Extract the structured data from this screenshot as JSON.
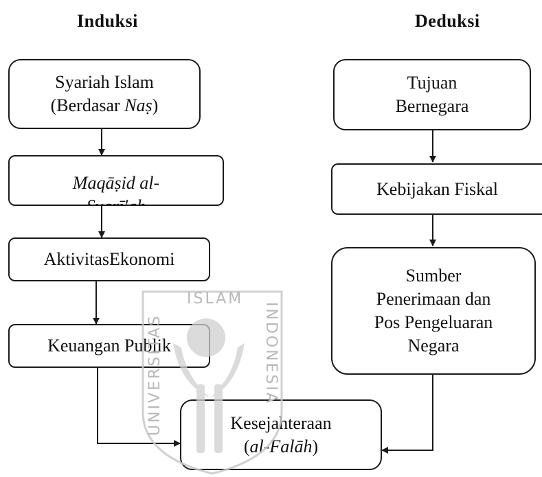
{
  "columns": {
    "left_heading": "Induksi",
    "right_heading": "Deduksi"
  },
  "induksi": {
    "syariah": {
      "line1": "Syariah Islam",
      "line2_prefix": "(Berdasar ",
      "line2_italic": "Naṣ",
      "line2_suffix": ")"
    },
    "maqasid": {
      "line1": "Maqāṣid al-",
      "line2": "Syarī'ah"
    },
    "aktivitas": {
      "label": "AktivitasEkonomi"
    },
    "keuangan": {
      "label": "Keuangan Publik"
    }
  },
  "deduksi": {
    "tujuan": {
      "line1": "Tujuan",
      "line2": "Bernegara"
    },
    "kebijakan": {
      "label": "Kebijakan Fiskal"
    },
    "sumber": {
      "line1": "Sumber",
      "line2": "Penerimaan dan",
      "line3": "Pos Pengeluaran",
      "line4": "Negara"
    }
  },
  "result": {
    "line1": "Kesejahteraan",
    "line2_prefix": "(",
    "line2_italic": "al-Falāh",
    "line2_suffix": ")"
  },
  "watermark": {
    "top": "ISLAM",
    "left": "UNIVERSITAS",
    "right": "INDONESIA"
  },
  "colors": {
    "line": "#1a1a1a",
    "watermark": "#c8c8c8"
  }
}
